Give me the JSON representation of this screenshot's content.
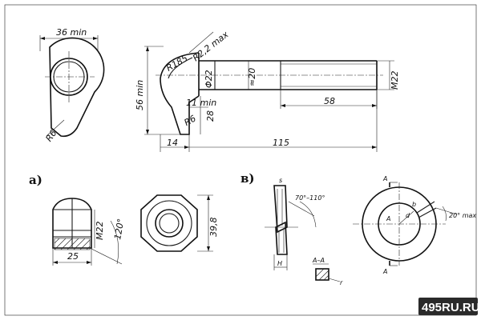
{
  "top_view": {
    "width_label": "36 min",
    "radius_label": "R6"
  },
  "bolt": {
    "r_max_label": "R2,2 max",
    "r_head_label": "R185",
    "dia_label": "Φ22",
    "neck_label": "≈20",
    "thread_label": "M22",
    "height_label": "56 min",
    "thread_len_label": "58",
    "min_label": "11 min",
    "r_small_label": "R6",
    "dim28_label": "28",
    "dim14_label": "14",
    "total_len_label": "115"
  },
  "section_a": {
    "label": "а)",
    "thread_label": "M22",
    "angle_label": "120°",
    "width_label": "25",
    "across_corners_label": "39,8"
  },
  "section_v": {
    "label": "в)",
    "s_label": "s",
    "angle_label": "70°–110°",
    "h_label": "H",
    "section_label": "A–A",
    "r_label": "r",
    "a_label": "A",
    "a_label2": "A",
    "a_label3": "A",
    "b_label": "b",
    "d_label": "d",
    "max_angle_label": "20° max"
  },
  "watermark": {
    "text": "495RU.RU",
    "color": "#2a2a2a"
  }
}
